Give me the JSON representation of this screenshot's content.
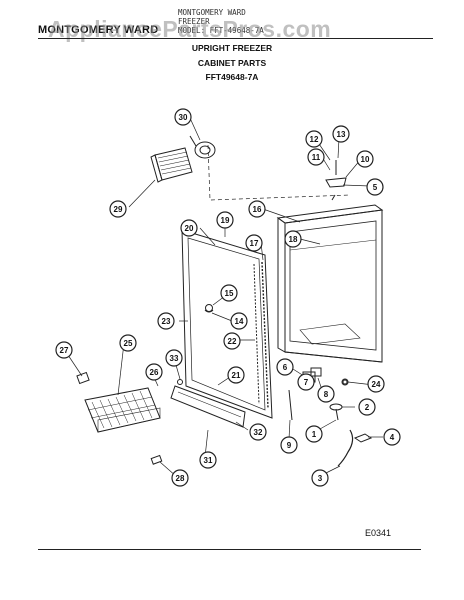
{
  "header": {
    "brand": "MONTGOMERY WARD",
    "model_lines": [
      "MONTGOMERY WARD",
      "FREEZER",
      "MODEL: FFT-49648-7A"
    ],
    "watermark": "AppliancePartsPros.com"
  },
  "titles": {
    "product": "UPRIGHT FREEZER",
    "section": "CABINET PARTS",
    "model": "FFT49648-7A"
  },
  "diagram_code": "E0341",
  "callouts": [
    "1",
    "2",
    "3",
    "4",
    "5",
    "6",
    "7",
    "8",
    "9",
    "10",
    "11",
    "12",
    "13",
    "14",
    "15",
    "16",
    "17",
    "18",
    "19",
    "20",
    "21",
    "22",
    "23",
    "24",
    "25",
    "26",
    "27",
    "28",
    "29",
    "30",
    "31",
    "32",
    "33"
  ]
}
